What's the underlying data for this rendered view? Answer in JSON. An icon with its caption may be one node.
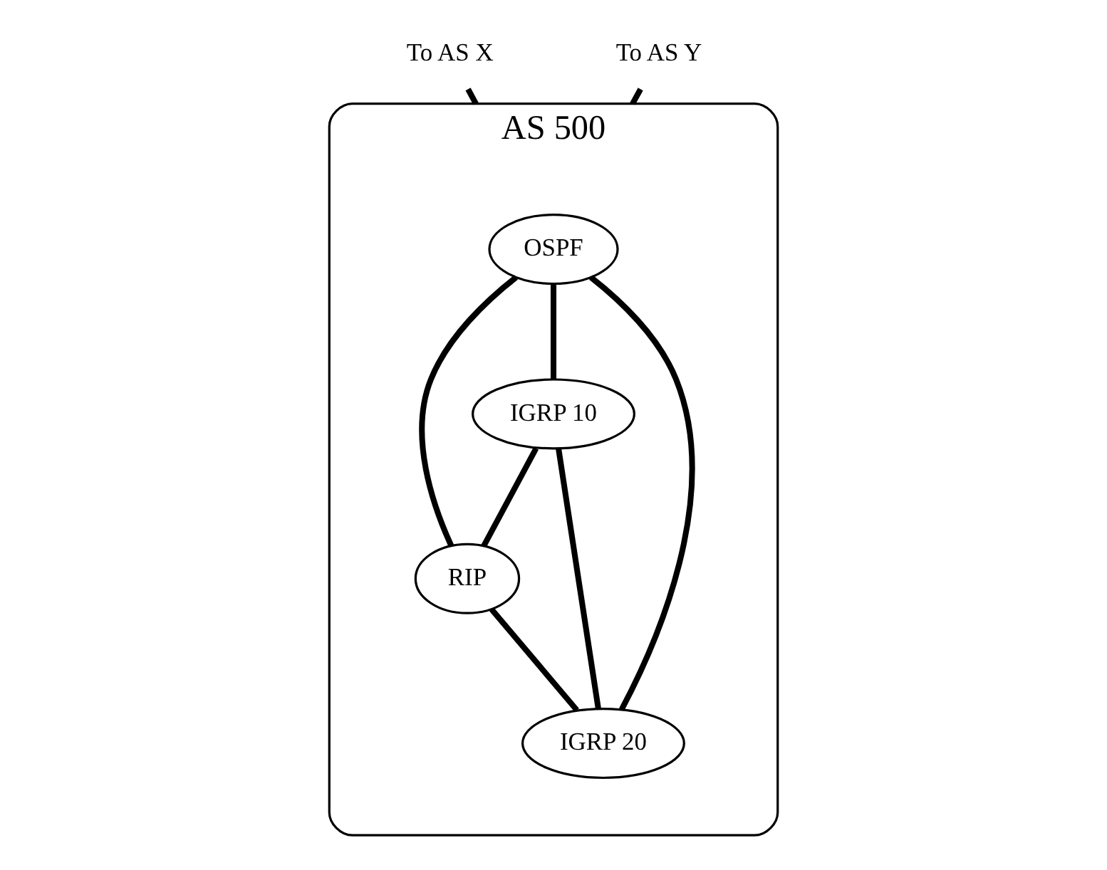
{
  "diagram": {
    "nodes": [
      {
        "text": [
          "AS 500"
        ]
      },
      {
        "text": [
          "To AS X"
        ]
      },
      {
        "text": [
          "To AS Y"
        ]
      },
      {
        "text": [
          "OSPF"
        ],
        "in": 0
      },
      {
        "text": [
          "RIP"
        ],
        "in": 0
      },
      {
        "text": [
          "IGRP 10"
        ],
        "in": 0
      },
      {
        "text": [
          "IGRP 20"
        ],
        "in": 0
      }
    ],
    "edges": [
      {
        "from": 1,
        "to": 0,
        "arrow": "none"
      },
      {
        "from": 2,
        "to": 0,
        "arrow": "none"
      },
      {
        "from": 3,
        "to": 4,
        "arrow": "none"
      },
      {
        "from": 3,
        "to": 5,
        "arrow": "none"
      },
      {
        "from": 3,
        "to": 6,
        "arrow": "none"
      },
      {
        "from": 5,
        "to": 4,
        "arrow": "none"
      },
      {
        "from": 5,
        "to": 6,
        "arrow": "none"
      },
      {
        "from": 4,
        "to": 6,
        "arrow": "none"
      }
    ]
  }
}
